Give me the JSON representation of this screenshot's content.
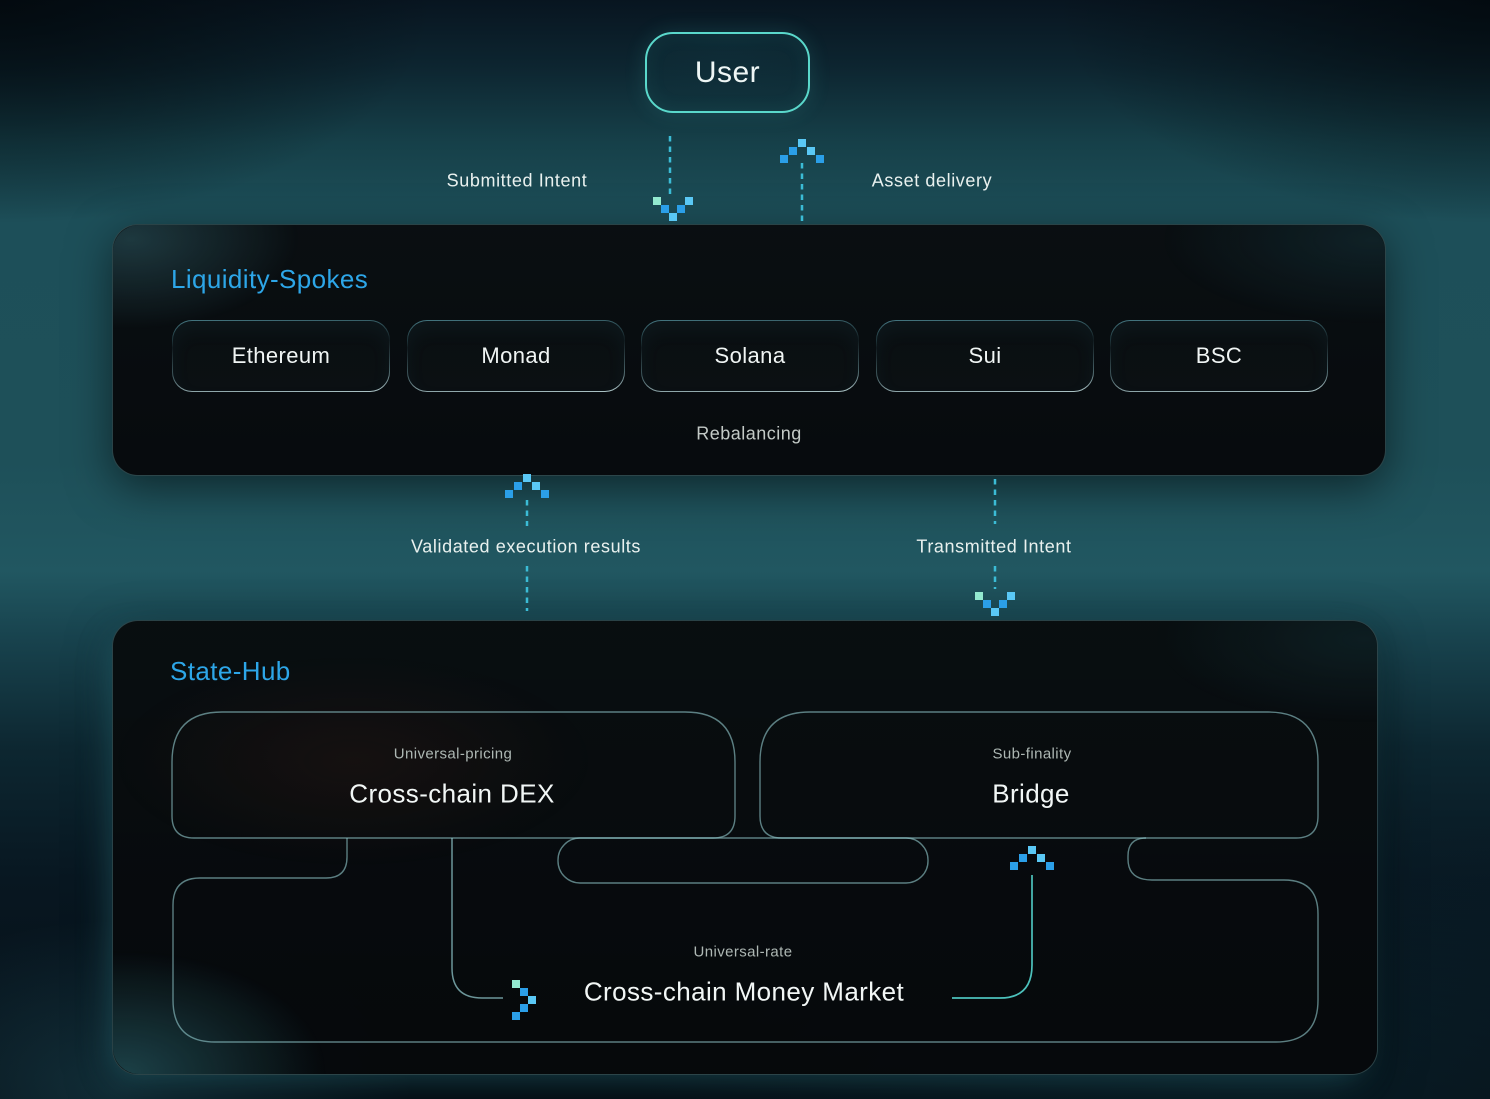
{
  "user_node": {
    "label": "User"
  },
  "arrows": {
    "submitted_intent": "Submitted Intent",
    "asset_delivery": "Asset delivery",
    "validated_execution_results": "Validated execution results",
    "transmitted_intent": "Transmitted Intent"
  },
  "liquidity_spokes": {
    "title": "Liquidity-Spokes",
    "chains": [
      "Ethereum",
      "Monad",
      "Solana",
      "Sui",
      "BSC"
    ],
    "rebalancing_label": "Rebalancing"
  },
  "state_hub": {
    "title": "State-Hub",
    "nodes": [
      {
        "tag": "Universal-pricing",
        "label": "Cross-chain DEX"
      },
      {
        "tag": "Sub-finality",
        "label": "Bridge"
      },
      {
        "tag": "Universal-rate",
        "label": "Cross-chain Money Market"
      }
    ]
  },
  "colors": {
    "accent_blue": "#2da6e8",
    "teal_border": "#5ad8cb",
    "line_teal": "#8fc6c9",
    "dash_cyan": "#3bbcd6",
    "pixel_blue": "#2b9fe8",
    "pixel_blue_light": "#5ac8f5",
    "pixel_mint": "#93e9cf",
    "connector_teal": "#54d6cf"
  }
}
